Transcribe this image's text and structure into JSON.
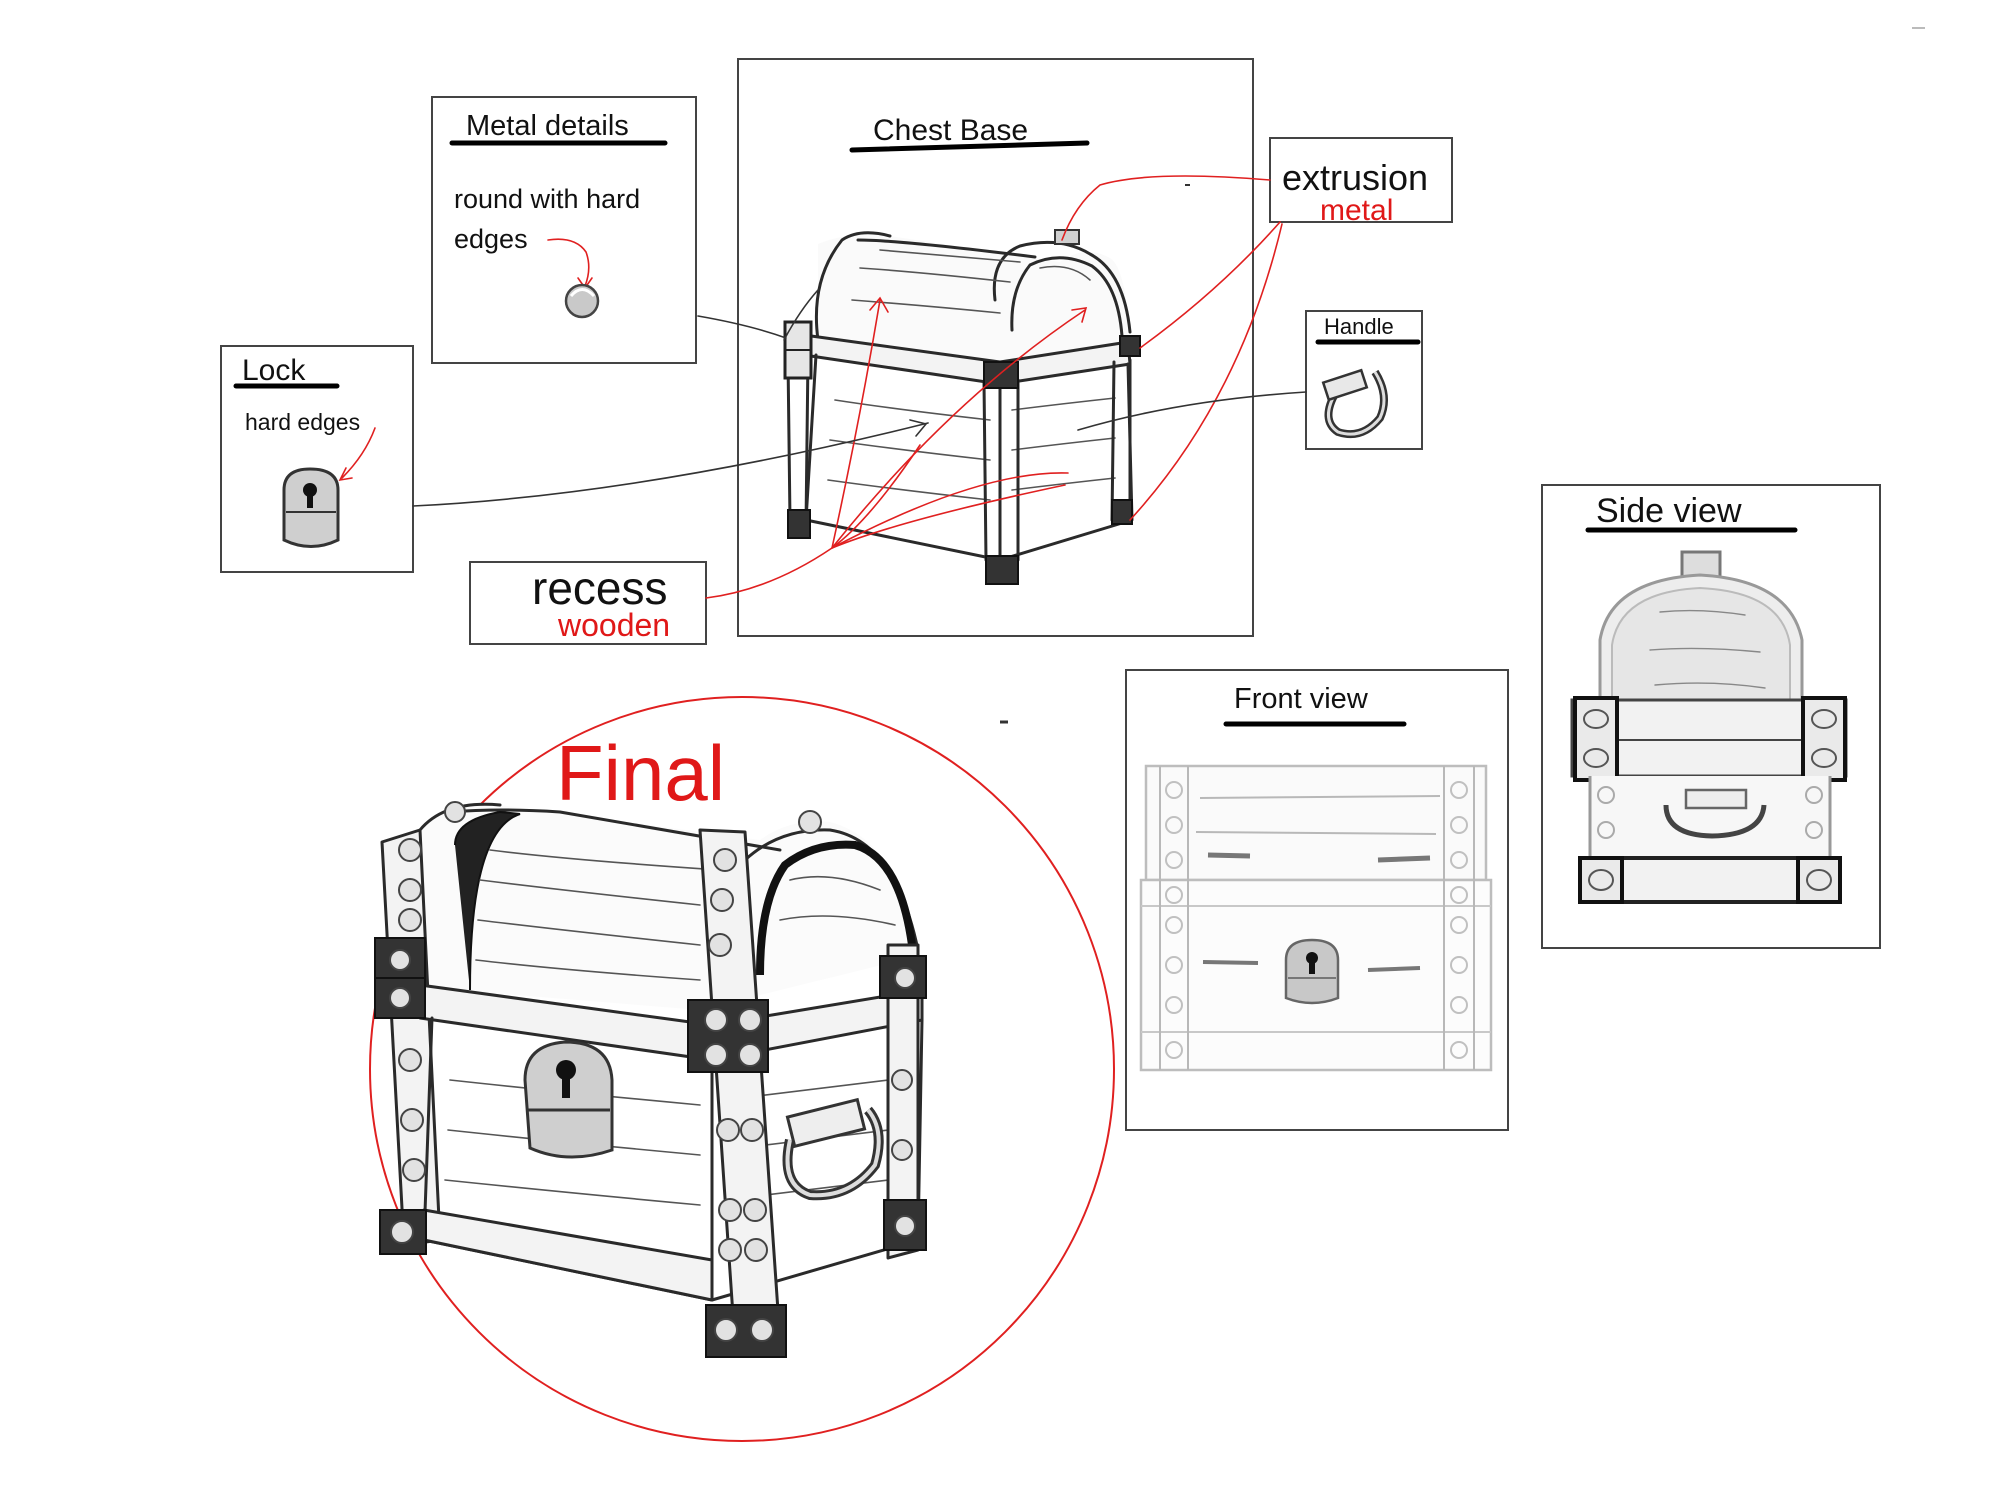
{
  "title": "",
  "labels": {
    "metal_details": "Metal details",
    "metal_details_note": "round with hard",
    "metal_details_note2": "edges",
    "lock": "Lock",
    "lock_note": "hard edges",
    "chest_base": "Chest Base",
    "extrusion": "extrusion",
    "extrusion_material": "metal",
    "handle": "Handle",
    "recess": "recess",
    "recess_material": "wooden",
    "side_view": "Side view",
    "front_view": "Front view",
    "final": "Final"
  },
  "colors": {
    "annotation_red": "#e01818",
    "ink": "#2a2a2a",
    "panel_border": "#444444"
  }
}
